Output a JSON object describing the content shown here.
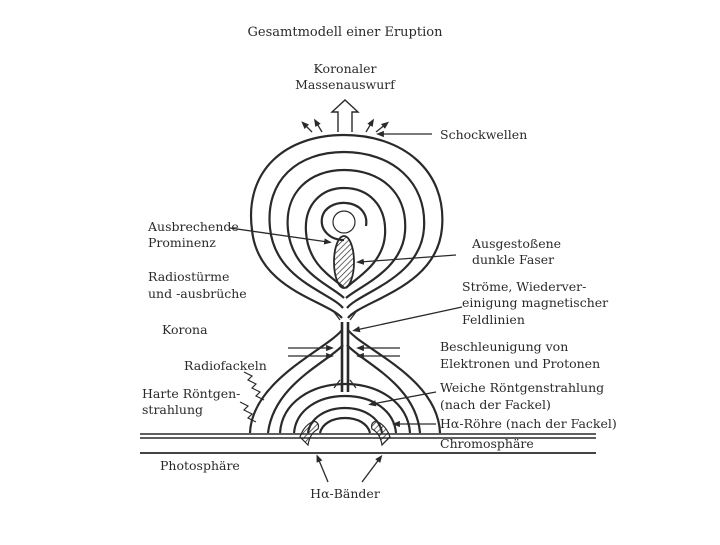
{
  "title": "Gesamtmodell einer Eruption",
  "labels": {
    "cme_line1": "Koronaler",
    "cme_line2": "Massenauswurf",
    "shock": "Schockwellen",
    "prominence_line1": "Ausbrechende",
    "prominence_line2": "Prominenz",
    "ejected_line1": "Ausgestoßene",
    "ejected_line2": "dunkle Faser",
    "radio_bursts_line1": "Radiostürme",
    "radio_bursts_line2": "und -ausbrüche",
    "currents_line1": "Ströme, Wiederver-",
    "currents_line2": "einigung magnetischer",
    "currents_line3": "Feldlinien",
    "corona": "Korona",
    "accel_line1": "Beschleunigung von",
    "accel_line2": "Elektronen und Protonen",
    "radio_flares": "Radiofackeln",
    "soft_xray_line1": "Weiche Röntgenstrahlung",
    "soft_xray_line2": "(nach der Fackel)",
    "hard_xray_line1": "Harte Röntgen-",
    "hard_xray_line2": "strahlung",
    "halpha_loops": "Hα-Röhre (nach der Fackel)",
    "chromosphere": "Chromosphäre",
    "photosphere": "Photosphäre",
    "halpha_ribbons": "Hα-Bänder"
  }
}
